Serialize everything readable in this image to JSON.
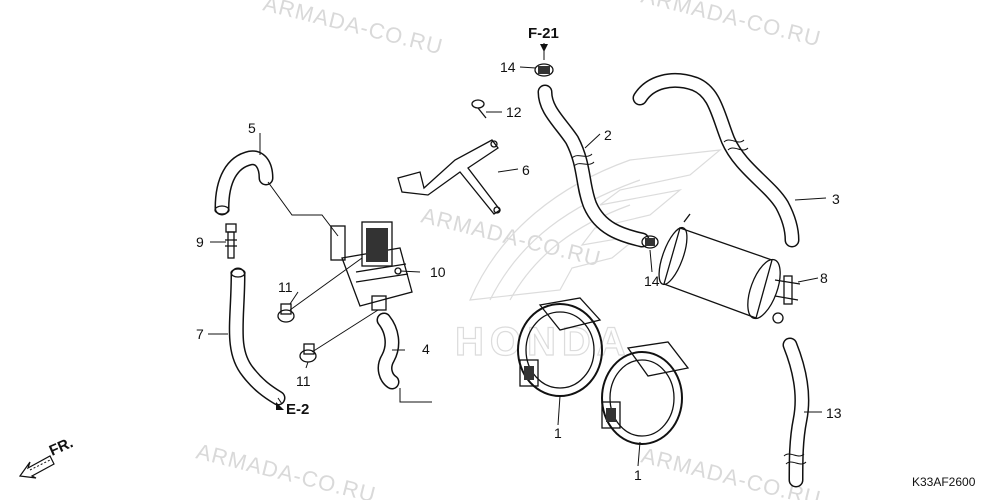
{
  "watermarks": [
    "ARMADA-CO.RU",
    "ARMADA-CO.RU",
    "ARMADA-CO.RU",
    "ARMADA-CO.RU",
    "ARMADA-CO.RU"
  ],
  "logo_text": "HONDA",
  "refs": {
    "f21": "F-21",
    "e2": "E-2",
    "front": "FR."
  },
  "diagram_code": "K33AF2600",
  "callouts": [
    "1",
    "1",
    "2",
    "3",
    "4",
    "5",
    "6",
    "7",
    "8",
    "9",
    "10",
    "11",
    "11",
    "12",
    "13",
    "14",
    "14"
  ],
  "colors": {
    "line": "#111111",
    "watermark": "#d9d9d9",
    "background": "#ffffff"
  }
}
